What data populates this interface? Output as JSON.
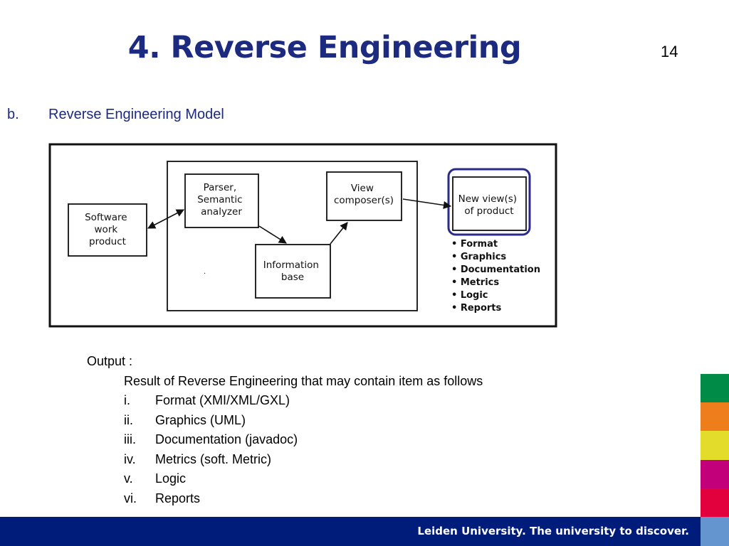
{
  "slide": {
    "title": "4. Reverse Engineering",
    "page_number": "14",
    "subtitle_marker": "b.",
    "subtitle": "Reverse Engineering Model"
  },
  "diagram": {
    "nodes": {
      "software_work_product": [
        "Software",
        "work",
        "product"
      ],
      "parser": [
        "Parser,",
        "Semantic",
        "analyzer"
      ],
      "view_composer": [
        "View",
        "composer(s)"
      ],
      "information_base": [
        "Information",
        "base"
      ],
      "new_views": [
        "New view(s)",
        "of product"
      ]
    },
    "outputs": [
      "• Format",
      "• Graphics",
      "• Documentation",
      "• Metrics",
      "• Logic",
      "• Reports"
    ],
    "highlight_color": "#2a2a8c"
  },
  "output_section": {
    "heading": "Output :",
    "intro": "Result of Reverse Engineering that may contain item as follows",
    "items": [
      {
        "num": "i.",
        "text": "Format  (XMI/XML/GXL)"
      },
      {
        "num": "ii.",
        "text": "Graphics (UML)"
      },
      {
        "num": "iii.",
        "text": "Documentation (javadoc)"
      },
      {
        "num": "iv.",
        "text": "Metrics (soft. Metric)"
      },
      {
        "num": "v.",
        "text": "Logic"
      },
      {
        "num": "vi.",
        "text": "Reports"
      }
    ]
  },
  "footer": {
    "text": "Leiden University. The university to discover.",
    "background": "#001c7a"
  },
  "side_colors": [
    "#008b47",
    "#ee7d1c",
    "#e3dc2b",
    "#c1007a",
    "#e2003d",
    "#6495cf"
  ]
}
